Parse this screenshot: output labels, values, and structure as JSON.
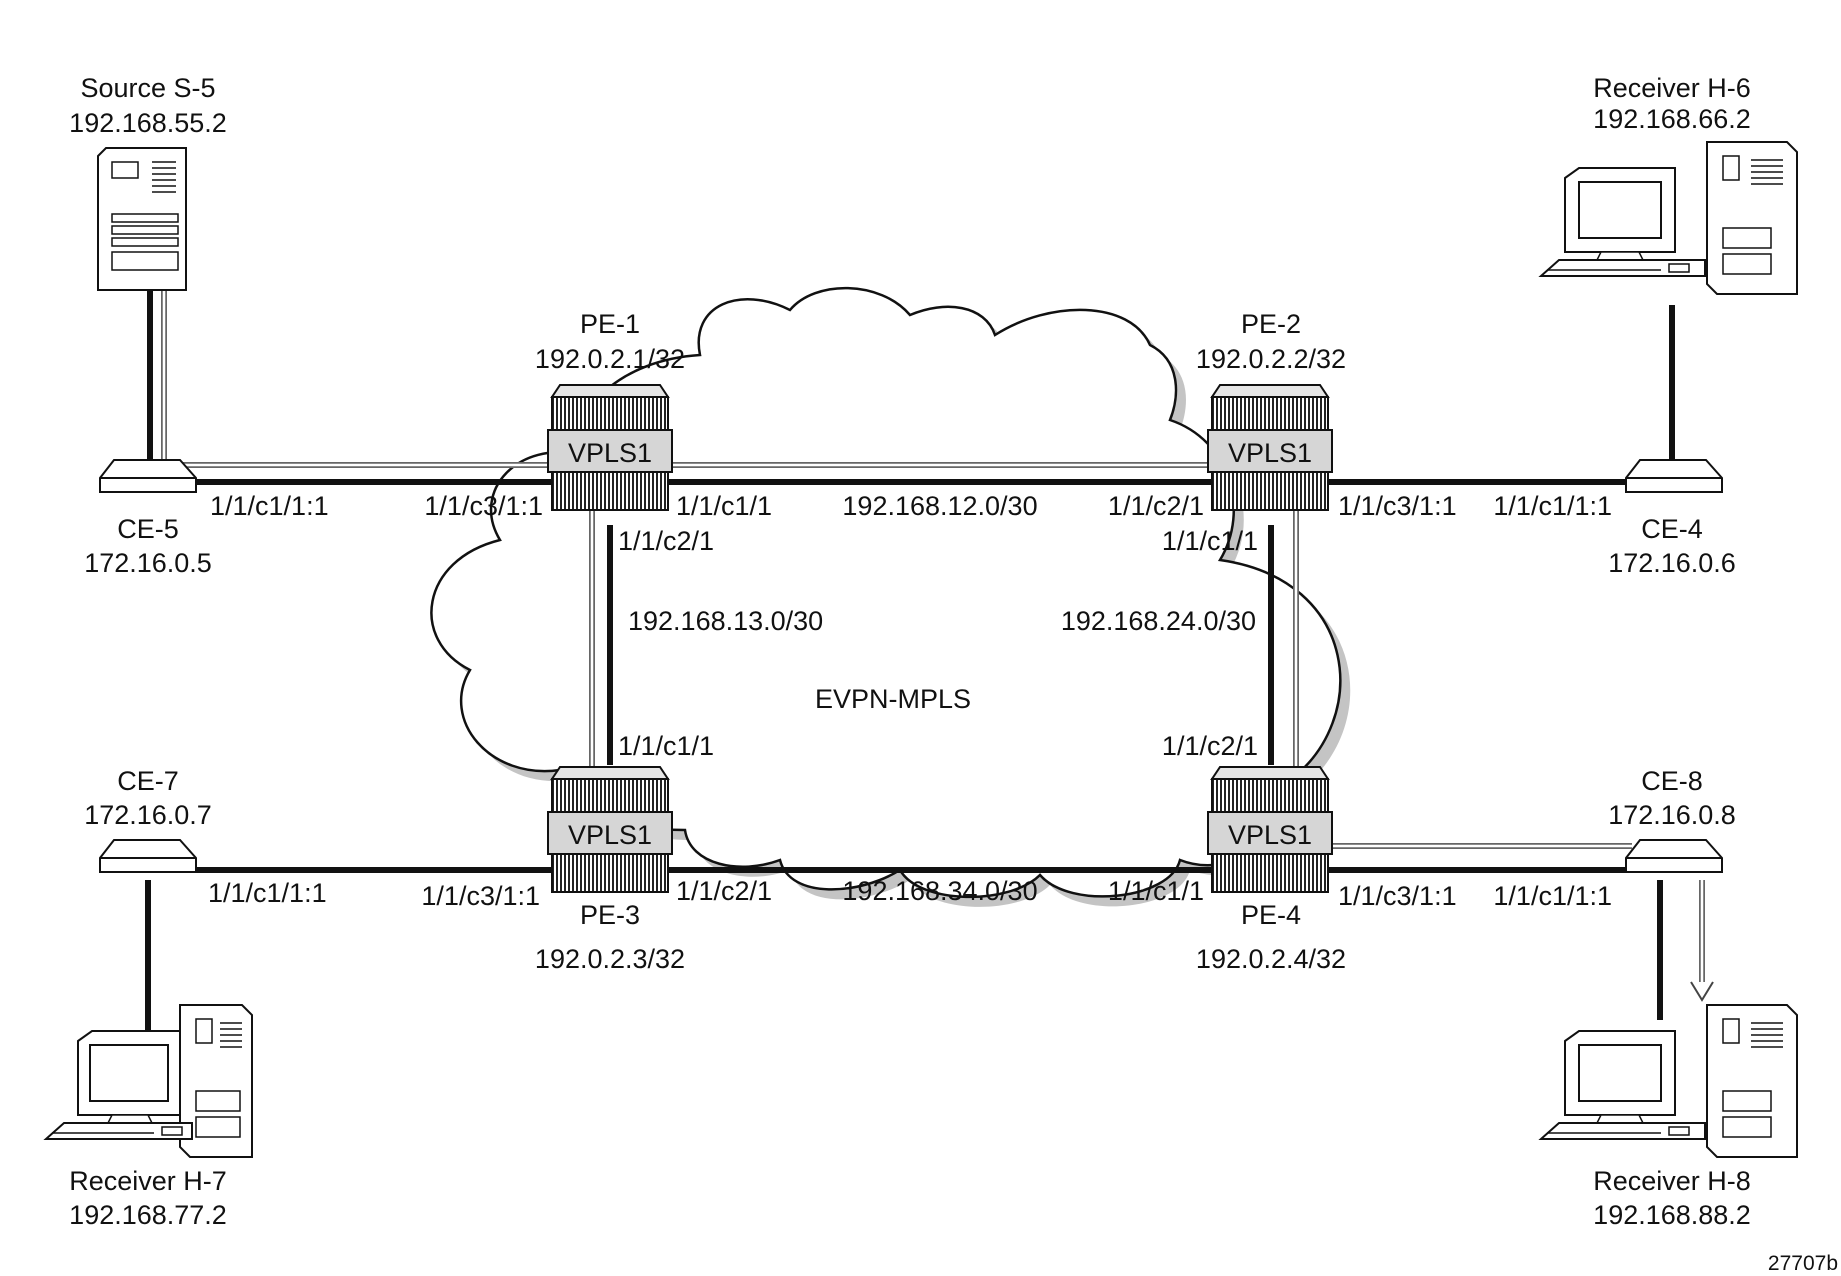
{
  "cloud_label": "EVPN-MPLS",
  "figure_id": "27707b",
  "vpls_label": "VPLS1",
  "pe1": {
    "name": "PE-1",
    "ip": "192.0.2.1/32"
  },
  "pe2": {
    "name": "PE-2",
    "ip": "192.0.2.2/32"
  },
  "pe3": {
    "name": "PE-3",
    "ip": "192.0.2.3/32"
  },
  "pe4": {
    "name": "PE-4",
    "ip": "192.0.2.4/32"
  },
  "ce5": {
    "name": "CE-5",
    "ip": "172.16.0.5"
  },
  "ce4": {
    "name": "CE-4",
    "ip": "172.16.0.6"
  },
  "ce7": {
    "name": "CE-7",
    "ip": "172.16.0.7"
  },
  "ce8": {
    "name": "CE-8",
    "ip": "172.16.0.8"
  },
  "s5": {
    "name": "Source S-5",
    "ip": "192.168.55.2"
  },
  "h6": {
    "name": "Receiver H-6",
    "ip": "192.168.66.2"
  },
  "h7": {
    "name": "Receiver H-7",
    "ip": "192.168.77.2"
  },
  "h8": {
    "name": "Receiver H-8",
    "ip": "192.168.88.2"
  },
  "subnets": {
    "pe1_pe2": "192.168.12.0/30",
    "pe1_pe3": "192.168.13.0/30",
    "pe2_pe4": "192.168.24.0/30",
    "pe3_pe4": "192.168.34.0/30"
  },
  "ports": {
    "ce5_pe1": "1/1/c1/1:1",
    "pe1_ce5": "1/1/c3/1:1",
    "pe1_pe2": "1/1/c1/1",
    "pe1_pe3": "1/1/c2/1",
    "pe2_pe1": "1/1/c2/1",
    "pe2_pe4": "1/1/c1/1",
    "pe2_ce4": "1/1/c3/1:1",
    "ce4_pe2": "1/1/c1/1:1",
    "pe3_pe1": "1/1/c1/1",
    "ce7_pe3": "1/1/c1/1:1",
    "pe3_ce7": "1/1/c3/1:1",
    "pe3_pe4": "1/1/c2/1",
    "pe4_pe2": "1/1/c2/1",
    "pe4_pe3": "1/1/c1/1",
    "pe4_ce8": "1/1/c3/1:1",
    "ce8_pe4": "1/1/c1/1:1"
  }
}
